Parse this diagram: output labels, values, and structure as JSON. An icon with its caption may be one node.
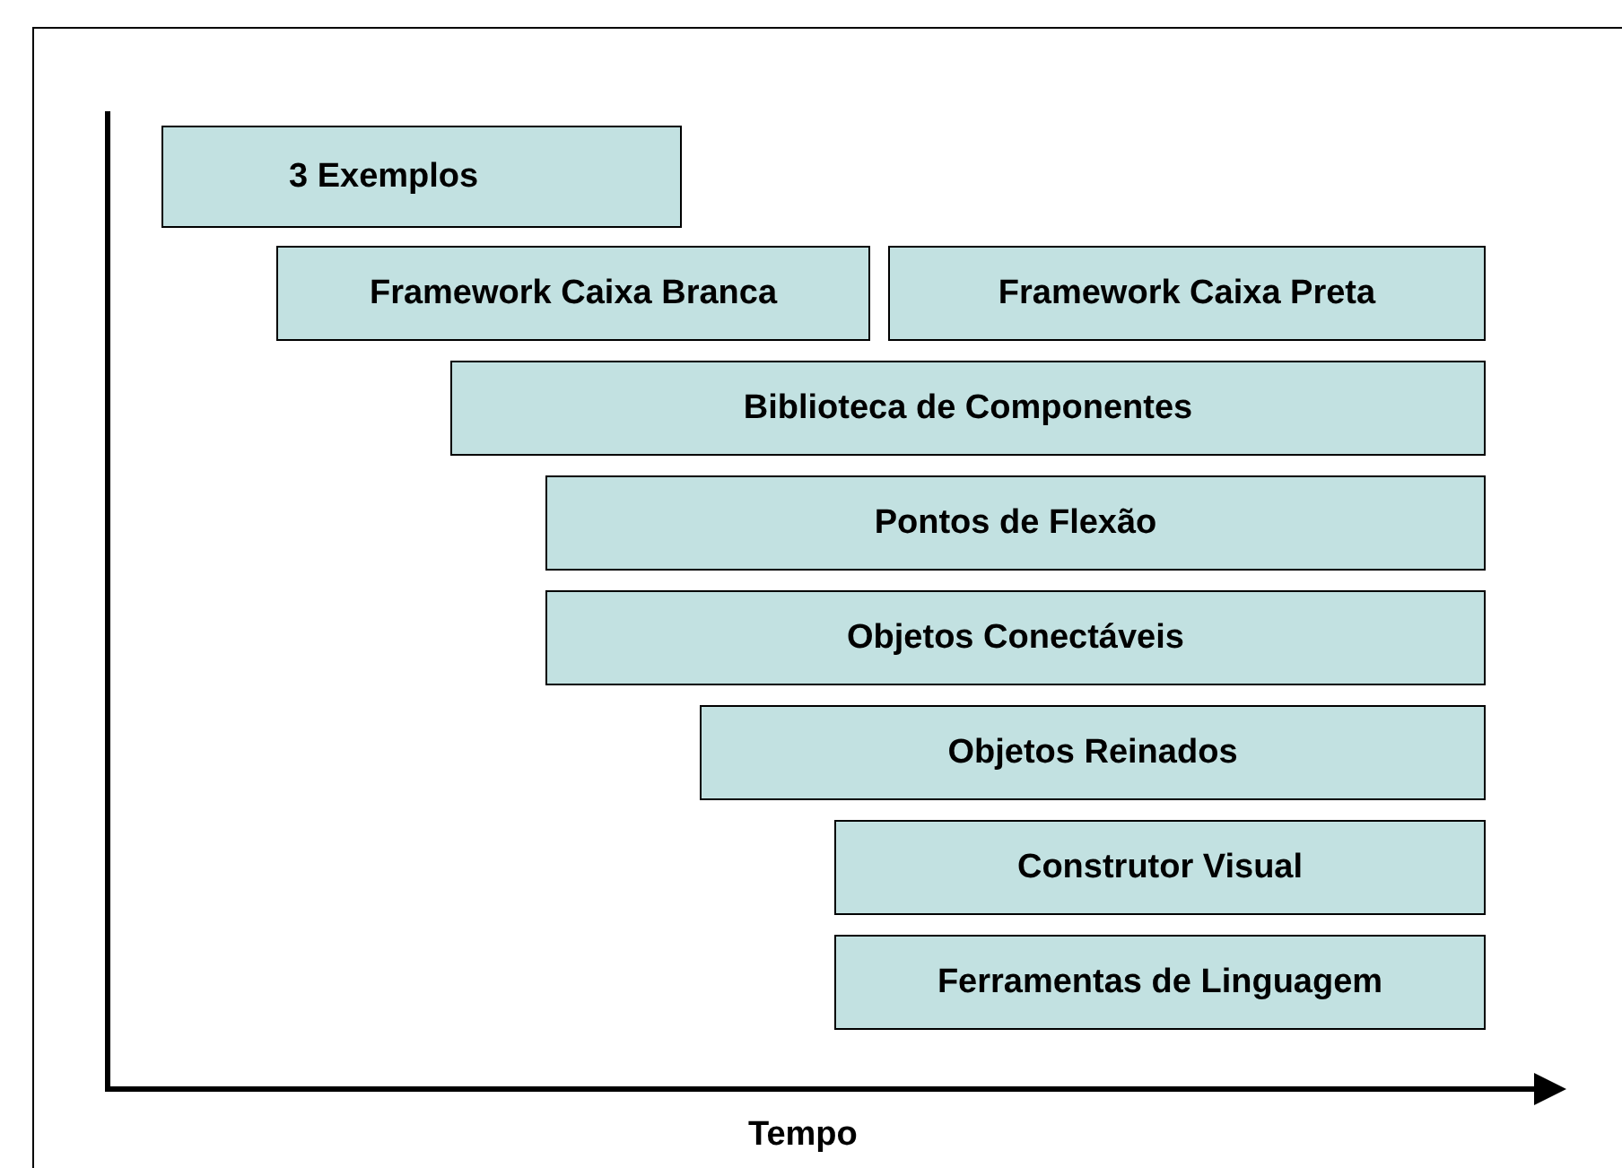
{
  "diagram": {
    "nodes": [
      {
        "text": [
          "3 Exemplos"
        ]
      },
      {
        "text": [
          "Framework Caixa Branca"
        ]
      },
      {
        "text": [
          "Framework Caixa Preta"
        ]
      },
      {
        "text": [
          "Biblioteca de Componentes"
        ]
      },
      {
        "text": [
          "Pontos de Flexão"
        ]
      },
      {
        "text": [
          "Objetos Conectáveis"
        ]
      },
      {
        "text": [
          "Objetos Reinados"
        ]
      },
      {
        "text": [
          "Construtor Visual"
        ]
      },
      {
        "text": [
          "Ferramentas de Linguagem"
        ]
      }
    ],
    "labels": [
      "Tempo"
    ]
  }
}
